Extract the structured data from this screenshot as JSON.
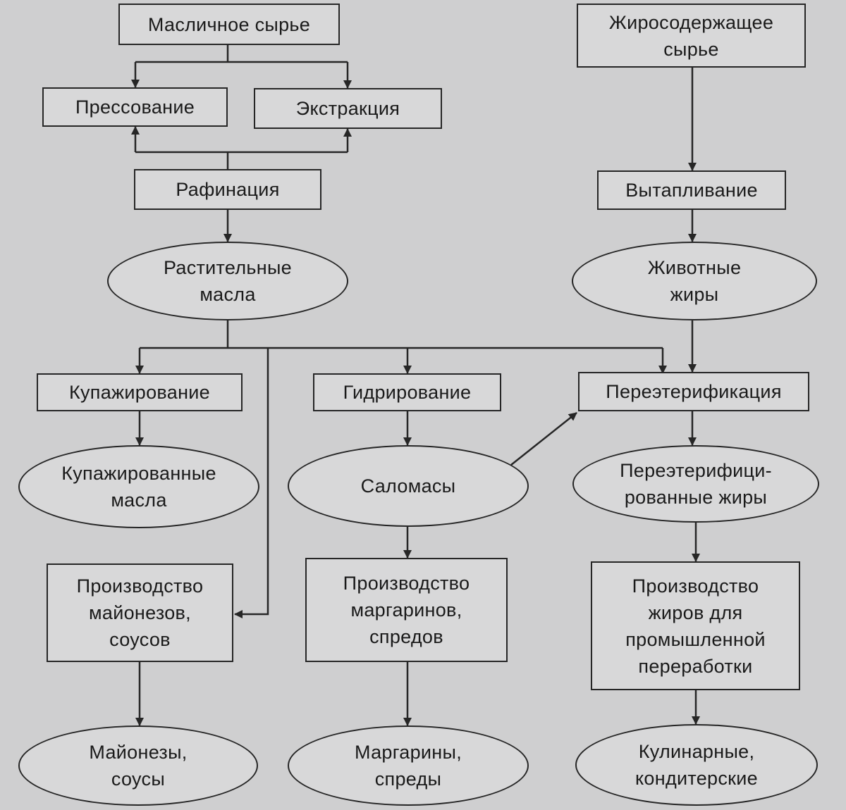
{
  "nodes": {
    "oil_raw": "Масличное сырье",
    "fat_raw": "Жиросодержащее\nсырье",
    "pressing": "Прессование",
    "extraction": "Экстракция",
    "refining": "Рафинация",
    "rendering": "Вытапливание",
    "veg_oils": "Растительные\nмасла",
    "animal_fats": "Животные\nжиры",
    "blending": "Купажирование",
    "hydrogenation": "Гидрирование",
    "interesterification": "Переэтерификация",
    "blended_oils": "Купажированные\nмасла",
    "salomas": "Саломасы",
    "interesterified_fats": "Переэтерифици-\nрованные жиры",
    "prod_mayo": "Производство\nмайонезов,\nсоусов",
    "prod_margarine": "Производство\nмаргаринов,\nспредов",
    "prod_industrial": "Производство\nжиров для\nпромышленной\nпереработки",
    "mayo_sauces": "Майонезы,\nсоусы",
    "margarine_spreads": "Маргарины,\nспреды",
    "culinary": "Кулинарные,\nкондитерские"
  },
  "colors": {
    "line": "#262626",
    "box_fill": "#d8d8d9",
    "background": "#cfcfd0"
  }
}
